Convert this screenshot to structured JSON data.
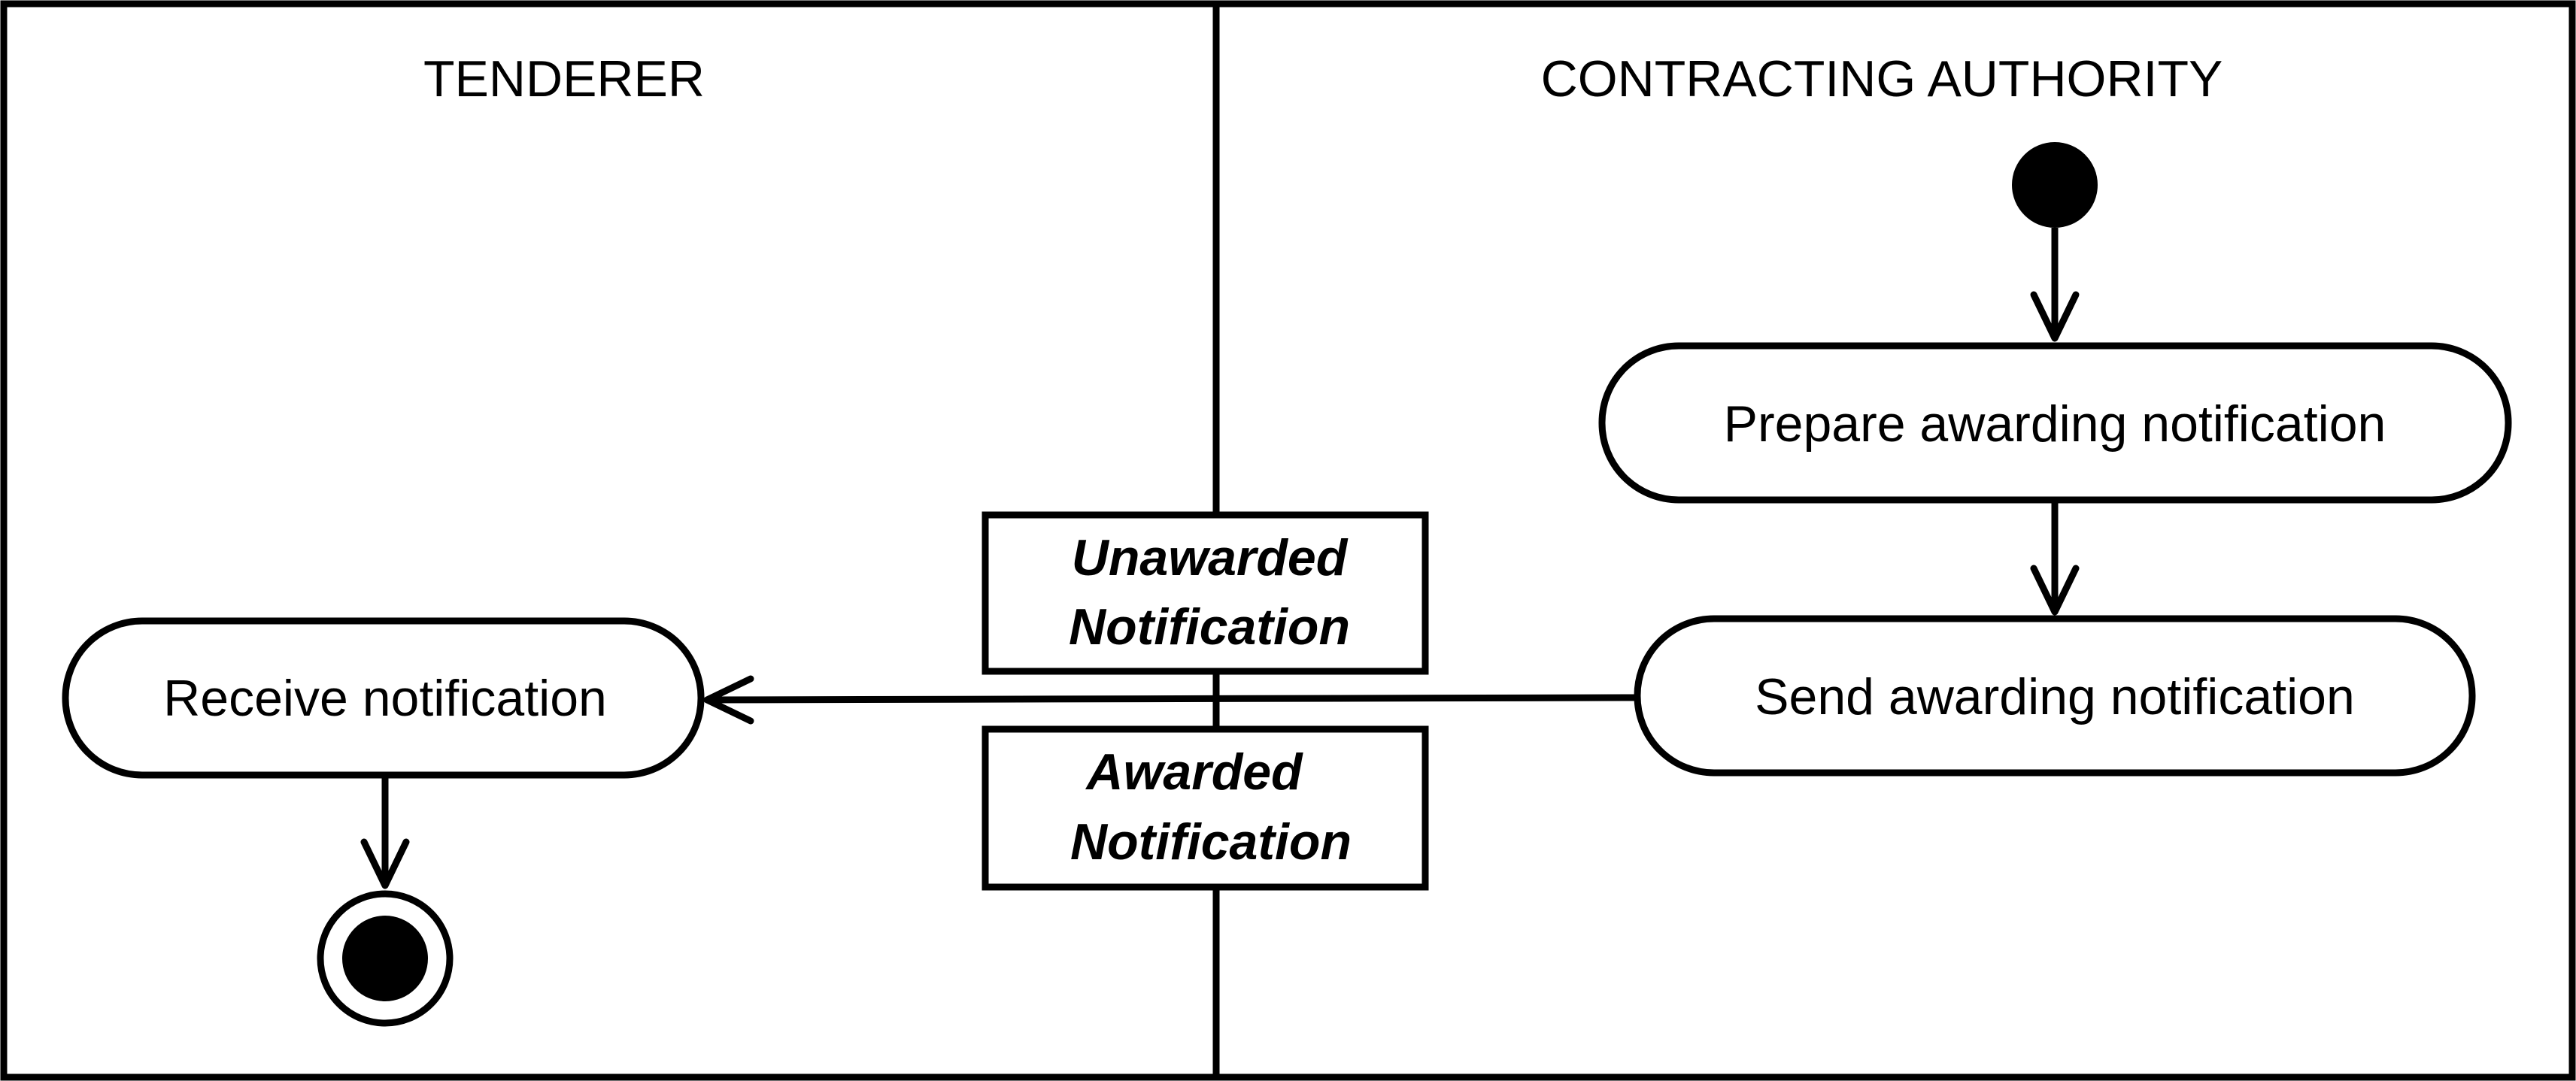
{
  "swimlanes": [
    {
      "title": "TENDERER"
    },
    {
      "title": "CONTRACTING AUTHORITY"
    }
  ],
  "actions": {
    "prepare": "Prepare awarding notification",
    "send": "Send awarding notification",
    "receive": "Receive notification"
  },
  "objects": {
    "unawarded": {
      "line1": "Unawarded",
      "line2": "Notification"
    },
    "awarded": {
      "line1": "Awarded",
      "line2": "Notification"
    }
  },
  "colors": {
    "stroke": "#000000",
    "background": "#ffffff"
  }
}
